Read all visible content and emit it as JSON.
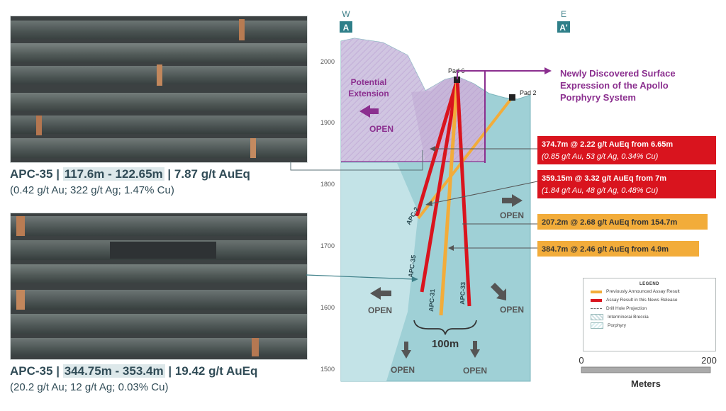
{
  "section": {
    "west_label": "W",
    "west_marker": "A",
    "east_label": "E",
    "east_marker": "A'"
  },
  "elevation_ticks": [
    "2000",
    "1900",
    "1800",
    "1700",
    "1600",
    "1500"
  ],
  "pads": {
    "pad6": "Pad 6",
    "pad2": "Pad 2"
  },
  "headline": {
    "line1": "Newly Discovered Surface",
    "line2": "Expression of the Apollo",
    "line3": "Porphyry System"
  },
  "potential_extension": {
    "line1": "Potential",
    "line2": "Extension",
    "open": "OPEN"
  },
  "holes": [
    "APC-2",
    "APC-35",
    "APC-31",
    "APC-33"
  ],
  "results_red": [
    {
      "line1": "374.7m @ 2.22 g/t AuEq from 6.65m",
      "line2": "(0.85 g/t Au, 53 g/t Ag, 0.34% Cu)"
    },
    {
      "line1": "359.15m @ 3.32 g/t AuEq from 7m",
      "line2": "(1.84 g/t Au, 48 g/t Ag, 0.48% Cu)"
    }
  ],
  "results_gold": [
    "207.2m @ 2.68 g/t AuEq from 154.7m",
    "384.7m @ 2.46 g/t AuEq from 4.9m"
  ],
  "open_labels": [
    "OPEN",
    "OPEN",
    "OPEN",
    "OPEN",
    "OPEN"
  ],
  "width_label": "100m",
  "legend": {
    "title": "LEGEND",
    "items": [
      "Previously Announced Assay Result",
      "Assay Result in this News Release",
      "Drill Hole Projection",
      "Interminerai Breccia",
      "Porphyry"
    ]
  },
  "scale": {
    "min": "0",
    "max": "200",
    "unit": "Meters"
  },
  "photo1_caption": {
    "hole": "APC-35",
    "interval": "117.6m - 122.65m",
    "grade": "7.87 g/t AuEq",
    "detail": "(0.42 g/t Au; 322 g/t Ag; 1.47% Cu)"
  },
  "photo2_caption": {
    "hole": "APC-35",
    "interval": "344.75m - 353.4m",
    "grade": "19.42 g/t AuEq",
    "detail": "(20.2 g/t Au; 12 g/t Ag; 0.03% Cu)"
  },
  "colors": {
    "teal": "#9fd0d6",
    "purple": "#8b2f8f",
    "red": "#d9141e",
    "gold": "#f2ac3a",
    "caption": "#314c57"
  }
}
